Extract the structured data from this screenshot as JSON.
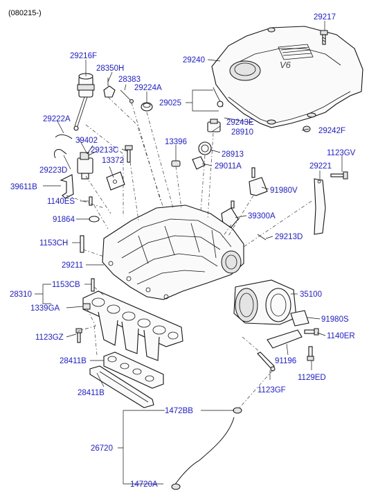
{
  "header": {
    "date_code": "(080215-)"
  },
  "parts": [
    {
      "id": "29217",
      "label": "29217"
    },
    {
      "id": "29240",
      "label": "29240"
    },
    {
      "id": "29216F",
      "label": "29216F"
    },
    {
      "id": "28350H",
      "label": "28350H"
    },
    {
      "id": "28383",
      "label": "28383"
    },
    {
      "id": "29224A",
      "label": "29224A"
    },
    {
      "id": "29025",
      "label": "29025"
    },
    {
      "id": "29243E",
      "label": "29243E"
    },
    {
      "id": "28910",
      "label": "28910"
    },
    {
      "id": "29242F",
      "label": "29242F"
    },
    {
      "id": "29222A",
      "label": "29222A"
    },
    {
      "id": "39402",
      "label": "39402"
    },
    {
      "id": "29213C",
      "label": "29213C"
    },
    {
      "id": "13396",
      "label": "13396"
    },
    {
      "id": "28913",
      "label": "28913"
    },
    {
      "id": "1123GV",
      "label": "1123GV"
    },
    {
      "id": "29223D",
      "label": "29223D"
    },
    {
      "id": "13372",
      "label": "13372"
    },
    {
      "id": "29011A",
      "label": "29011A"
    },
    {
      "id": "29221",
      "label": "29221"
    },
    {
      "id": "39611B",
      "label": "39611B"
    },
    {
      "id": "91980V",
      "label": "91980V"
    },
    {
      "id": "1140ES",
      "label": "1140ES"
    },
    {
      "id": "91864",
      "label": "91864"
    },
    {
      "id": "39300A",
      "label": "39300A"
    },
    {
      "id": "1153CH",
      "label": "1153CH"
    },
    {
      "id": "29213D",
      "label": "29213D"
    },
    {
      "id": "29211",
      "label": "29211"
    },
    {
      "id": "1153CB",
      "label": "1153CB"
    },
    {
      "id": "28310",
      "label": "28310"
    },
    {
      "id": "35100",
      "label": "35100"
    },
    {
      "id": "1339GA",
      "label": "1339GA"
    },
    {
      "id": "91980S",
      "label": "91980S"
    },
    {
      "id": "1123GZ",
      "label": "1123GZ"
    },
    {
      "id": "1140ER",
      "label": "1140ER"
    },
    {
      "id": "28411B_upper",
      "label": "28411B"
    },
    {
      "id": "91196",
      "label": "91196"
    },
    {
      "id": "1129ED",
      "label": "1129ED"
    },
    {
      "id": "28411B_lower",
      "label": "28411B"
    },
    {
      "id": "1123GF",
      "label": "1123GF"
    },
    {
      "id": "1472BB",
      "label": "1472BB"
    },
    {
      "id": "26720",
      "label": "26720"
    },
    {
      "id": "14720A",
      "label": "14720A"
    }
  ],
  "engine_cover_badge": "V6",
  "colors": {
    "label": "#1a1adb",
    "line": "#111111"
  }
}
